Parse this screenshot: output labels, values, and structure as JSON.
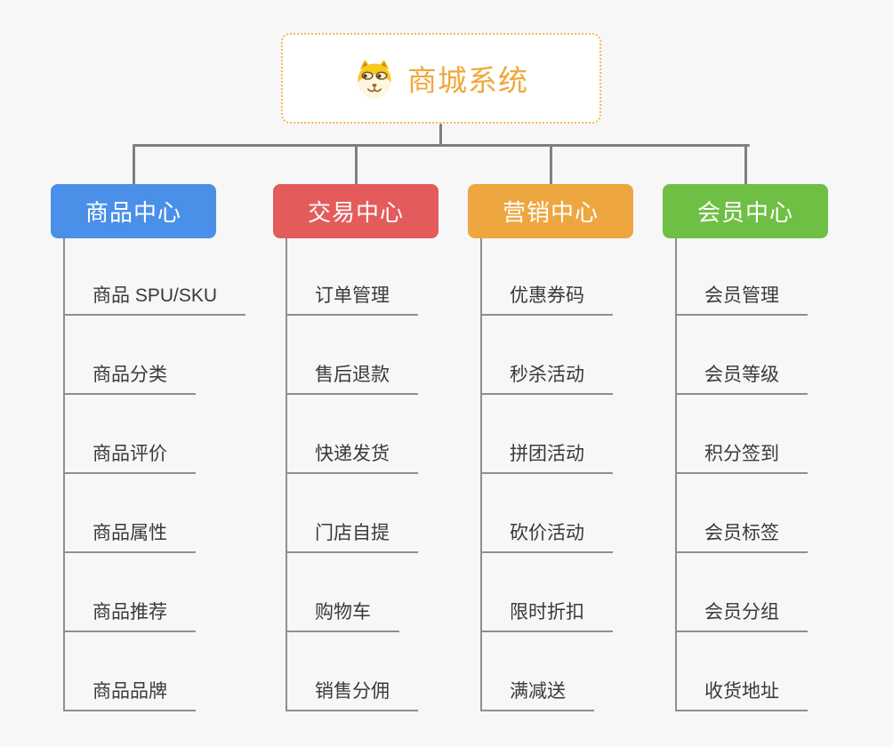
{
  "page": {
    "background": "#f7f7f7",
    "connector_color": "#7f7f7f",
    "underline_color": "#8f8f8f"
  },
  "root": {
    "title": "商城系统",
    "icon": "dog-face-icon",
    "accent_color": "#f1a73c",
    "border_color": "#f2b85c"
  },
  "branches": [
    {
      "id": "product-center",
      "label": "商品中心",
      "color": "#4a90e8",
      "items": [
        "商品 SPU/SKU",
        "商品分类",
        "商品评价",
        "商品属性",
        "商品推荐",
        "商品品牌"
      ]
    },
    {
      "id": "trade-center",
      "label": "交易中心",
      "color": "#e35b5b",
      "items": [
        "订单管理",
        "售后退款",
        "快递发货",
        "门店自提",
        "购物车",
        "销售分佣"
      ]
    },
    {
      "id": "marketing-center",
      "label": "营销中心",
      "color": "#eea640",
      "items": [
        "优惠券码",
        "秒杀活动",
        "拼团活动",
        "砍价活动",
        "限时折扣",
        "满减送"
      ]
    },
    {
      "id": "member-center",
      "label": "会员中心",
      "color": "#6fbf44",
      "items": [
        "会员管理",
        "会员等级",
        "积分签到",
        "会员标签",
        "会员分组",
        "收货地址"
      ]
    }
  ]
}
